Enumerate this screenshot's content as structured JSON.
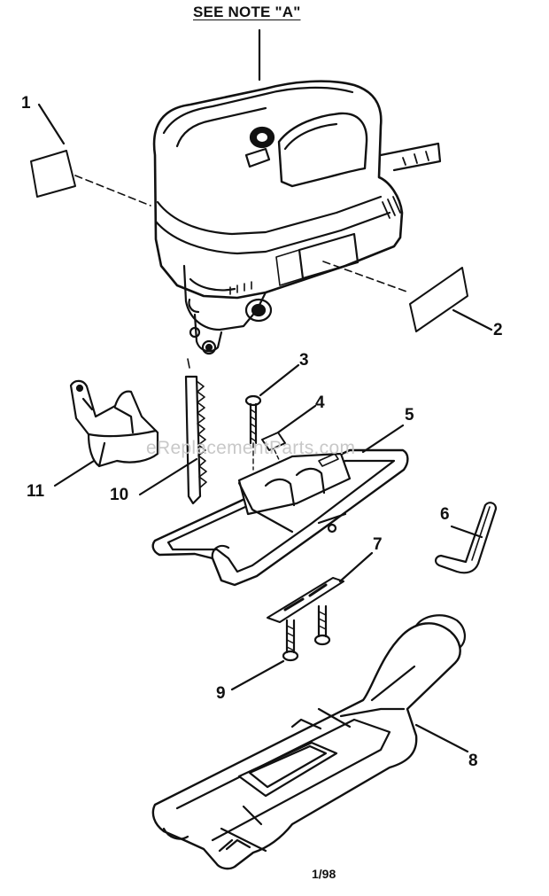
{
  "note": "SEE NOTE \"A\"",
  "watermark": "eReplacementParts.com",
  "page_number": "1/98",
  "callouts": {
    "c1": "1",
    "c2": "2",
    "c3": "3",
    "c4": "4",
    "c5": "5",
    "c6": "6",
    "c7": "7",
    "c8": "8",
    "c9": "9",
    "c10": "10",
    "c11": "11"
  }
}
